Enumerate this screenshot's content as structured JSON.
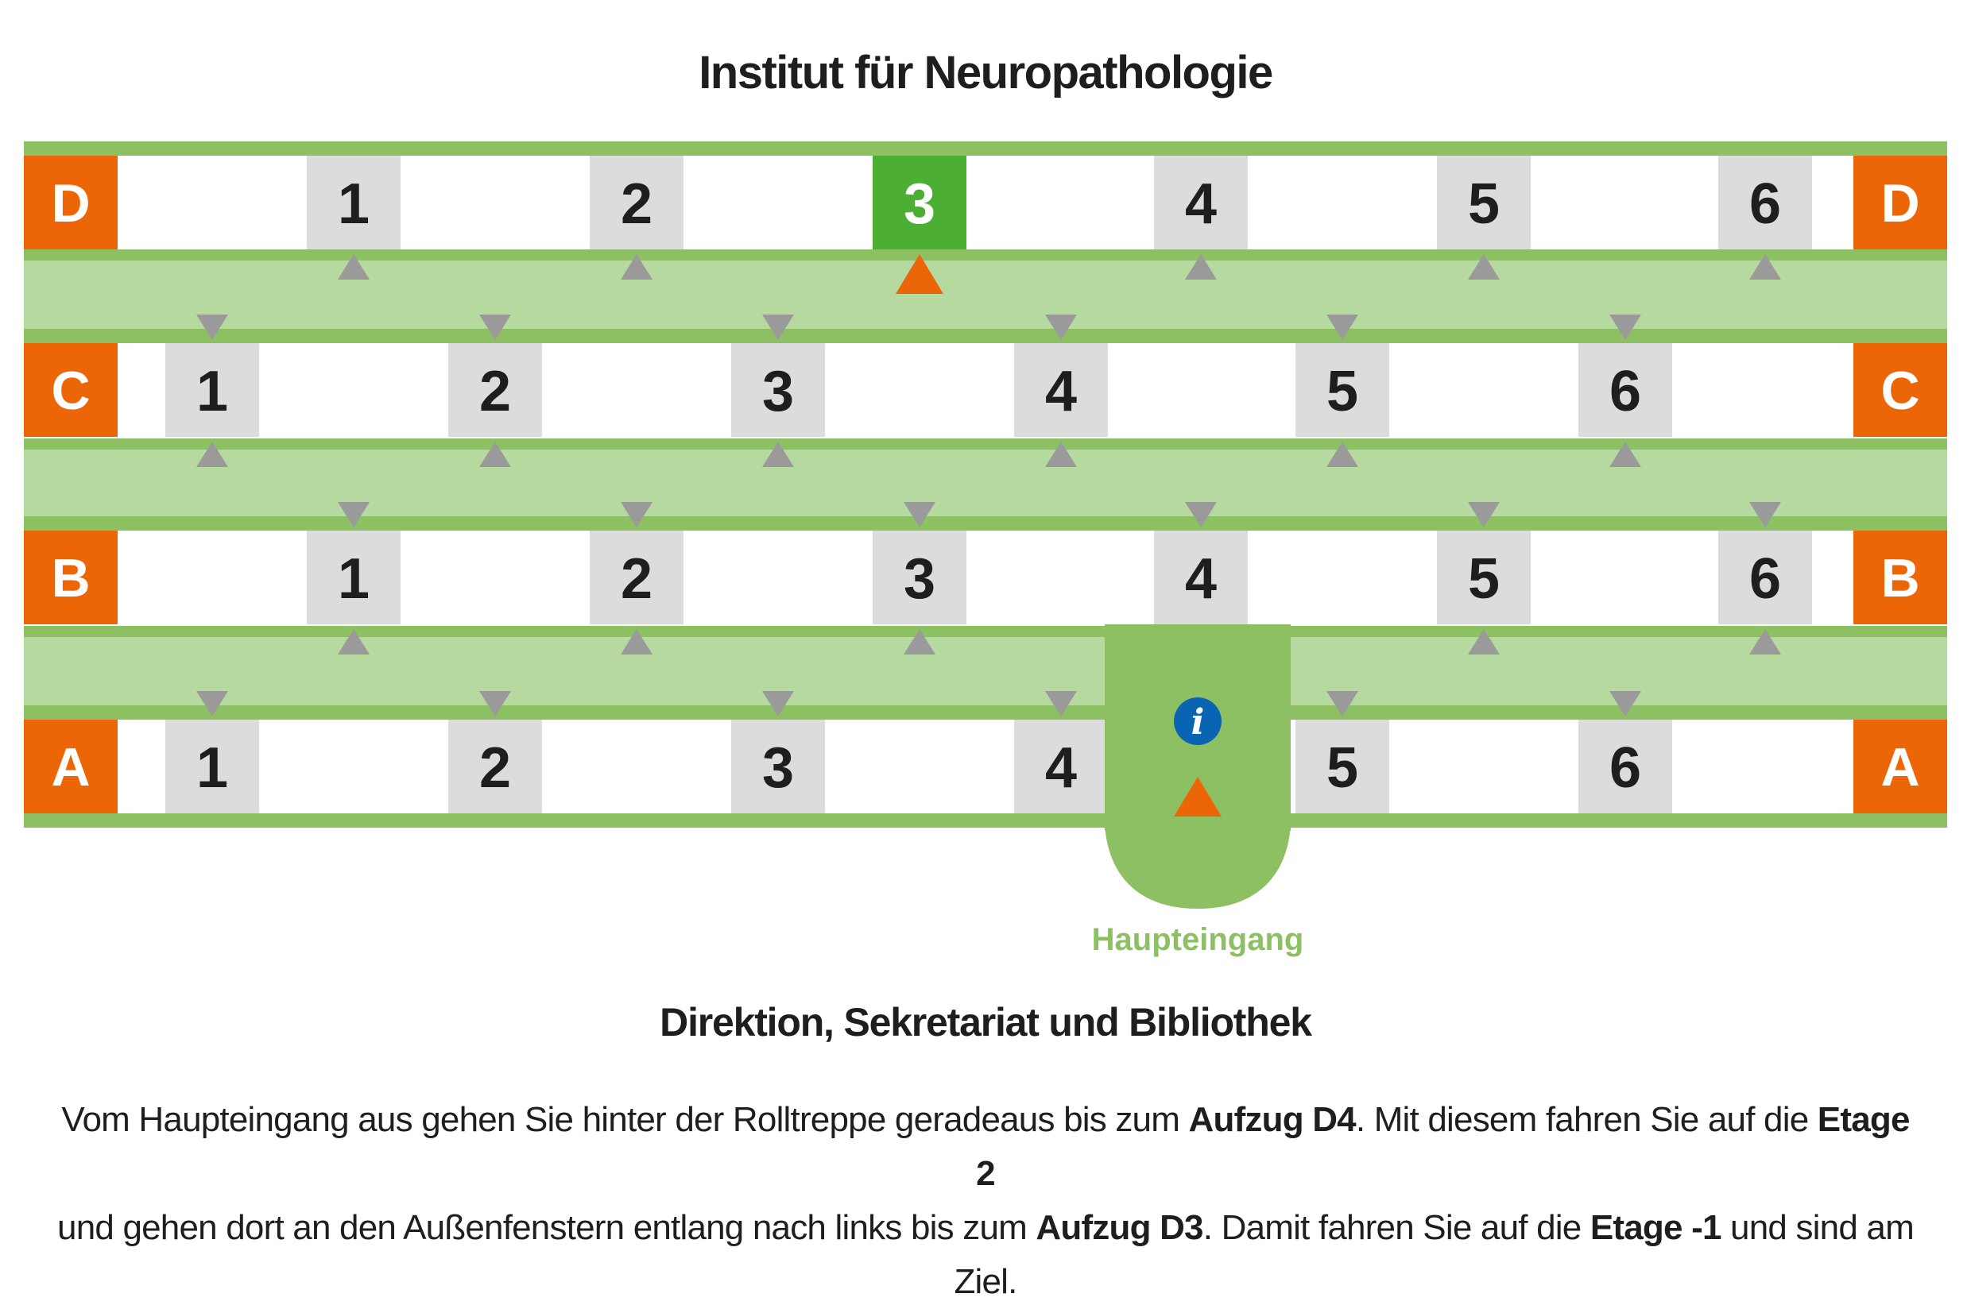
{
  "title": "Institut für Neuropathologie",
  "rows": [
    {
      "label": "D",
      "elevators": [
        "1",
        "2",
        "3",
        "4",
        "5",
        "6"
      ]
    },
    {
      "label": "C",
      "elevators": [
        "1",
        "2",
        "3",
        "4",
        "5",
        "6"
      ]
    },
    {
      "label": "B",
      "elevators": [
        "1",
        "2",
        "3",
        "4",
        "5",
        "6"
      ]
    },
    {
      "label": "A",
      "elevators": [
        "1",
        "2",
        "3",
        "4",
        "5",
        "6"
      ]
    }
  ],
  "highlighted_elevator": {
    "row": "D",
    "number": "3"
  },
  "info_icon": {
    "glyph": "i",
    "icon": "info-icon"
  },
  "entrance_label": "Haupteingang",
  "colors": {
    "corridor_light": "#b6d9a0",
    "corridor_dark": "#8cc063",
    "highlight": "#4cae32",
    "row_label": "#ec6608",
    "elevator_box": "#dcdcdc",
    "arrow": "#9a9a9a",
    "marker": "#ec6608",
    "info": "#0a64b4"
  },
  "subtitle": "Direktion, Sekretariat und Bibliothek",
  "description": {
    "line1": [
      {
        "text": "Vom Haupteingang aus gehen Sie hinter der Rolltreppe geradeaus bis zum ",
        "bold": false
      },
      {
        "text": "Aufzug D4",
        "bold": true
      },
      {
        "text": ". Mit diesem fahren Sie auf die ",
        "bold": false
      },
      {
        "text": "Etage 2",
        "bold": true
      }
    ],
    "line2": [
      {
        "text": "und gehen dort an den Außenfenstern entlang nach links bis zum ",
        "bold": false
      },
      {
        "text": "Aufzug D3",
        "bold": true
      },
      {
        "text": ". Damit fahren Sie auf die ",
        "bold": false
      },
      {
        "text": "Etage -1",
        "bold": true
      },
      {
        "text": " und sind am Ziel.",
        "bold": false
      }
    ]
  }
}
